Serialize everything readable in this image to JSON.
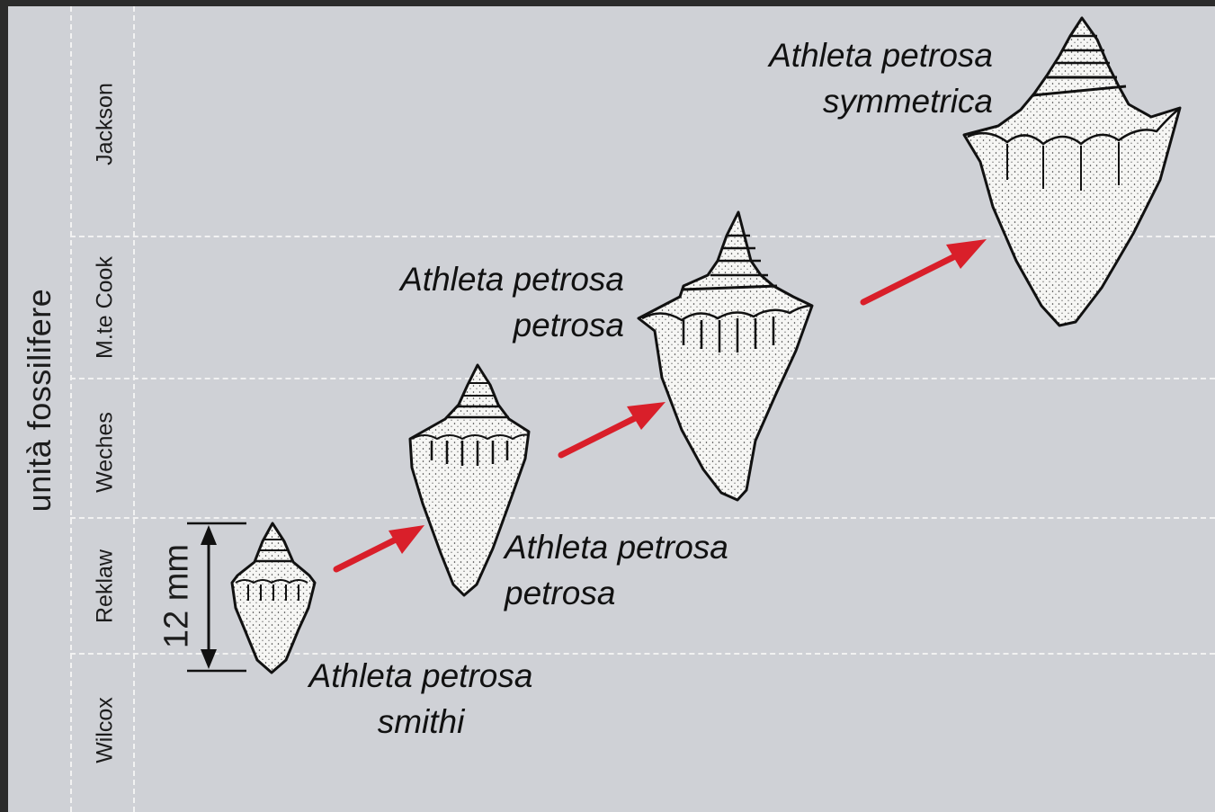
{
  "axis_title": "unità fossilifere",
  "units": [
    "Wilcox",
    "Reklaw",
    "Weches",
    "M.te Cook",
    "Jackson"
  ],
  "scale_bar": {
    "label": "12 mm"
  },
  "species": [
    {
      "line1": "Athleta petrosa",
      "line2": "smithi"
    },
    {
      "line1": "Athleta petrosa",
      "line2": "petrosa"
    },
    {
      "line1": "Athleta petrosa",
      "line2": "petrosa"
    },
    {
      "line1": "Athleta petrosa",
      "line2": "symmetrica"
    }
  ],
  "colors": {
    "background": "#cfd1d6",
    "arrow": "#d91f2a",
    "grid": "#f2f2f2",
    "shell": "#f6f6f4",
    "outline": "#111111"
  },
  "icons": [
    "shell-icon",
    "arrow-icon"
  ]
}
